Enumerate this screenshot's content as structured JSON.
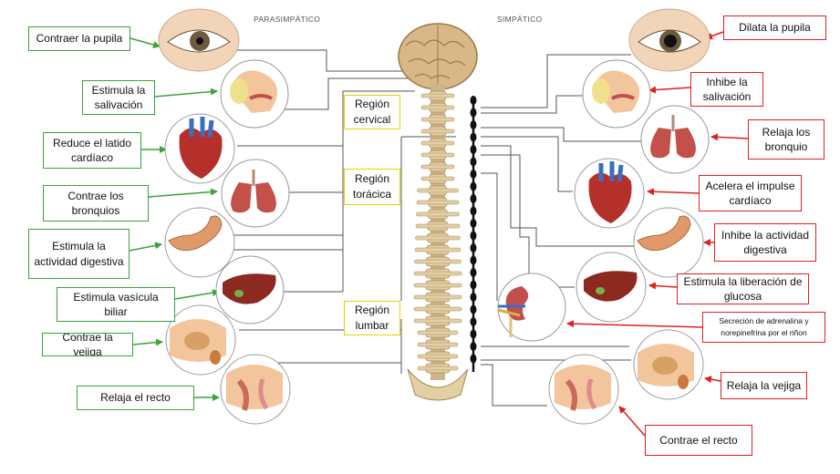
{
  "headers": {
    "parasympathetic": "PARASIMPÁTICO",
    "sympathetic": "SIMPÁTICO"
  },
  "regions": {
    "cervical": "Región cervical",
    "toracica": "Región torácica",
    "lumbar": "Región lumbar"
  },
  "parasympathetic": [
    {
      "label": "Contraer la pupila",
      "organ": "eye"
    },
    {
      "label": "Estimula la salivación",
      "organ": "salivary-gland"
    },
    {
      "label": "Reduce el latido cardíaco",
      "organ": "heart"
    },
    {
      "label": "Contrae los bronquios",
      "organ": "lungs"
    },
    {
      "label": "Estimula la actividad digestiva",
      "organ": "stomach"
    },
    {
      "label": "Estimula vasícula biliar",
      "organ": "liver"
    },
    {
      "label": "Contrae la vejiga",
      "organ": "bladder"
    },
    {
      "label": "Relaja el recto",
      "organ": "rectum"
    }
  ],
  "sympathetic": [
    {
      "label": "Dilata la pupila",
      "organ": "eye"
    },
    {
      "label": "Inhibe la salivación",
      "organ": "salivary-gland"
    },
    {
      "label": "Relaja los bronquio",
      "organ": "lungs"
    },
    {
      "label": "Acelera el impulse cardíaco",
      "organ": "heart"
    },
    {
      "label": "Inhibe la actividad digestiva",
      "organ": "stomach"
    },
    {
      "label": "Estimula la liberación de glucosa",
      "organ": "liver"
    },
    {
      "label": "Secreción de adrenalina  y norepinefrina por el riñon",
      "organ": "kidney"
    },
    {
      "label": "Relaja la vejiga",
      "organ": "bladder"
    },
    {
      "label": "Contrae el recto",
      "organ": "rectum"
    }
  ],
  "colors": {
    "parasympathetic_arrow": "#3aa33a",
    "sympathetic_arrow": "#e02020",
    "region_border": "#e8d000",
    "nerve_line": "#555555",
    "bone": "#e3cfa4",
    "ganglia": "#111111"
  }
}
